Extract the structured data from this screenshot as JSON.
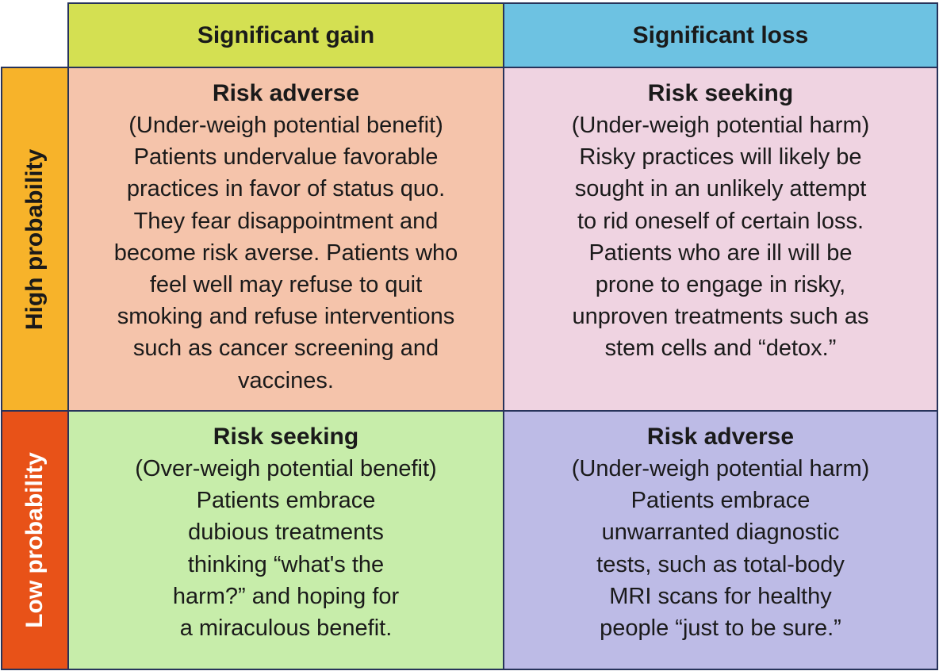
{
  "columns": [
    {
      "label": "Significant gain",
      "color": "#d4e052"
    },
    {
      "label": "Significant loss",
      "color": "#6dc2e2"
    }
  ],
  "rows": [
    {
      "label": "High probability",
      "color": "#f7b32a",
      "text_color": "#1a1a1a"
    },
    {
      "label": "Low probability",
      "color": "#e85218",
      "text_color": "#ffffff"
    }
  ],
  "quadrants": {
    "high_gain": {
      "color": "#f5c4ab",
      "title": "Risk adverse",
      "lines": [
        "(Under-weigh potential benefit)",
        "Patients undervalue favorable",
        "practices in favor of status quo.",
        "They fear disappointment and",
        "become risk averse. Patients who",
        "feel well may refuse to quit",
        "smoking and refuse interventions",
        "such as cancer screening and",
        "vaccines."
      ]
    },
    "high_loss": {
      "color": "#efd3e1",
      "title": "Risk seeking",
      "lines": [
        "(Under-weigh potential harm)",
        "Risky practices will likely be",
        "sought in an unlikely attempt",
        "to rid oneself of certain loss.",
        "Patients who are ill will be",
        "prone to engage in risky,",
        "unproven treatments such as",
        "stem cells and “detox.”"
      ]
    },
    "low_gain": {
      "color": "#c7edaa",
      "title": "Risk seeking",
      "lines": [
        "(Over-weigh potential benefit)",
        "Patients embrace",
        "dubious treatments",
        "thinking “what's the",
        "harm?” and hoping for",
        "a miraculous benefit."
      ]
    },
    "low_loss": {
      "color": "#bdbbe6",
      "title": "Risk adverse",
      "lines": [
        "(Under-weigh potential harm)",
        "Patients embrace",
        "unwarranted diagnostic",
        "tests, such as total-body",
        "MRI scans for healthy",
        "people “just to be sure.”"
      ]
    }
  }
}
